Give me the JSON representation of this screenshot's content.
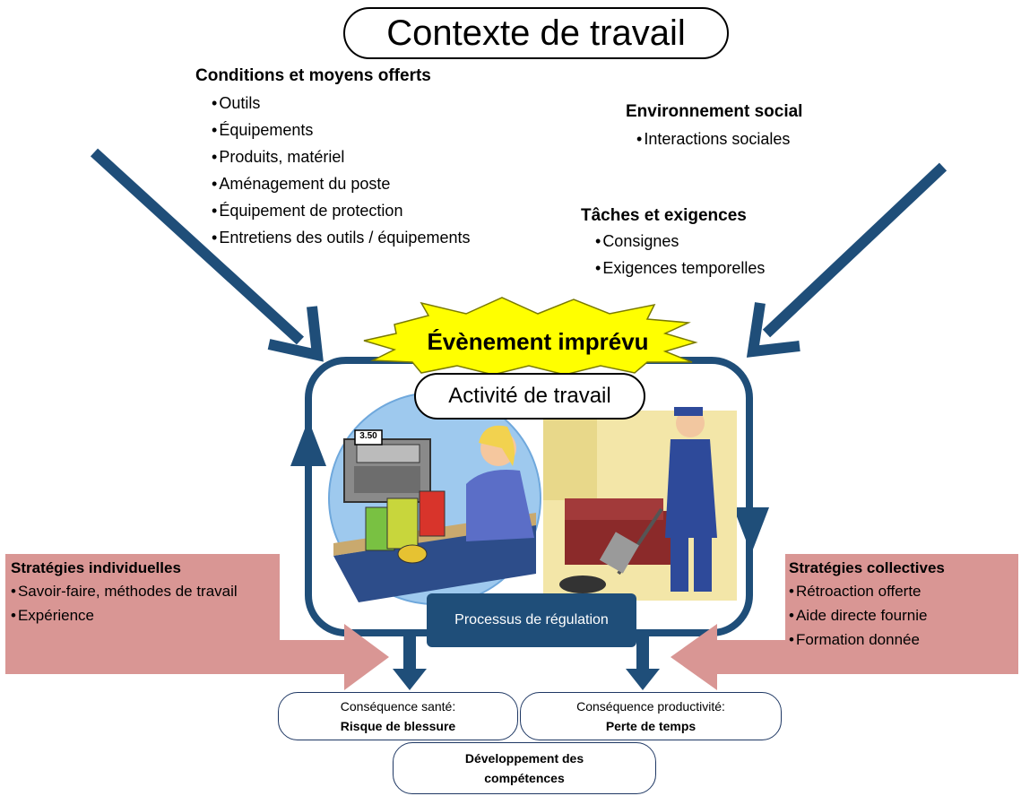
{
  "title": "Contexte de travail",
  "conditions": {
    "heading": "Conditions et moyens offerts",
    "items": [
      "Outils",
      "Équipements",
      "Produits, matériel",
      "Aménagement du poste",
      "Équipement de protection",
      "Entretiens des outils / équipements"
    ]
  },
  "environment": {
    "heading": "Environnement social",
    "items": [
      "Interactions sociales"
    ]
  },
  "tasks": {
    "heading": "Tâches et exigences",
    "items": [
      "Consignes",
      "Exigences temporelles"
    ]
  },
  "event_label": "Évènement imprévu",
  "activity_label": "Activité de travail",
  "register_price": "3.50",
  "regulation_label": "Processus de régulation",
  "strategies_individual": {
    "heading": "Stratégies individuelles",
    "items": [
      "Savoir-faire, méthodes de travail",
      "Expérience"
    ]
  },
  "strategies_collective": {
    "heading": "Stratégies collectives",
    "items": [
      "Rétroaction offerte",
      "Aide directe fournie",
      "Formation donnée"
    ]
  },
  "consequence_health": {
    "line1": "Conséquence santé:",
    "line2": "Risque de blessure"
  },
  "consequence_productivity": {
    "line1": "Conséquence productivité:",
    "line2": "Perte de temps"
  },
  "development": "Développement des compétences",
  "colors": {
    "arrow_blue": "#1f4e79",
    "strategy_pink": "#d99694",
    "starburst_yellow": "#ffff00"
  }
}
